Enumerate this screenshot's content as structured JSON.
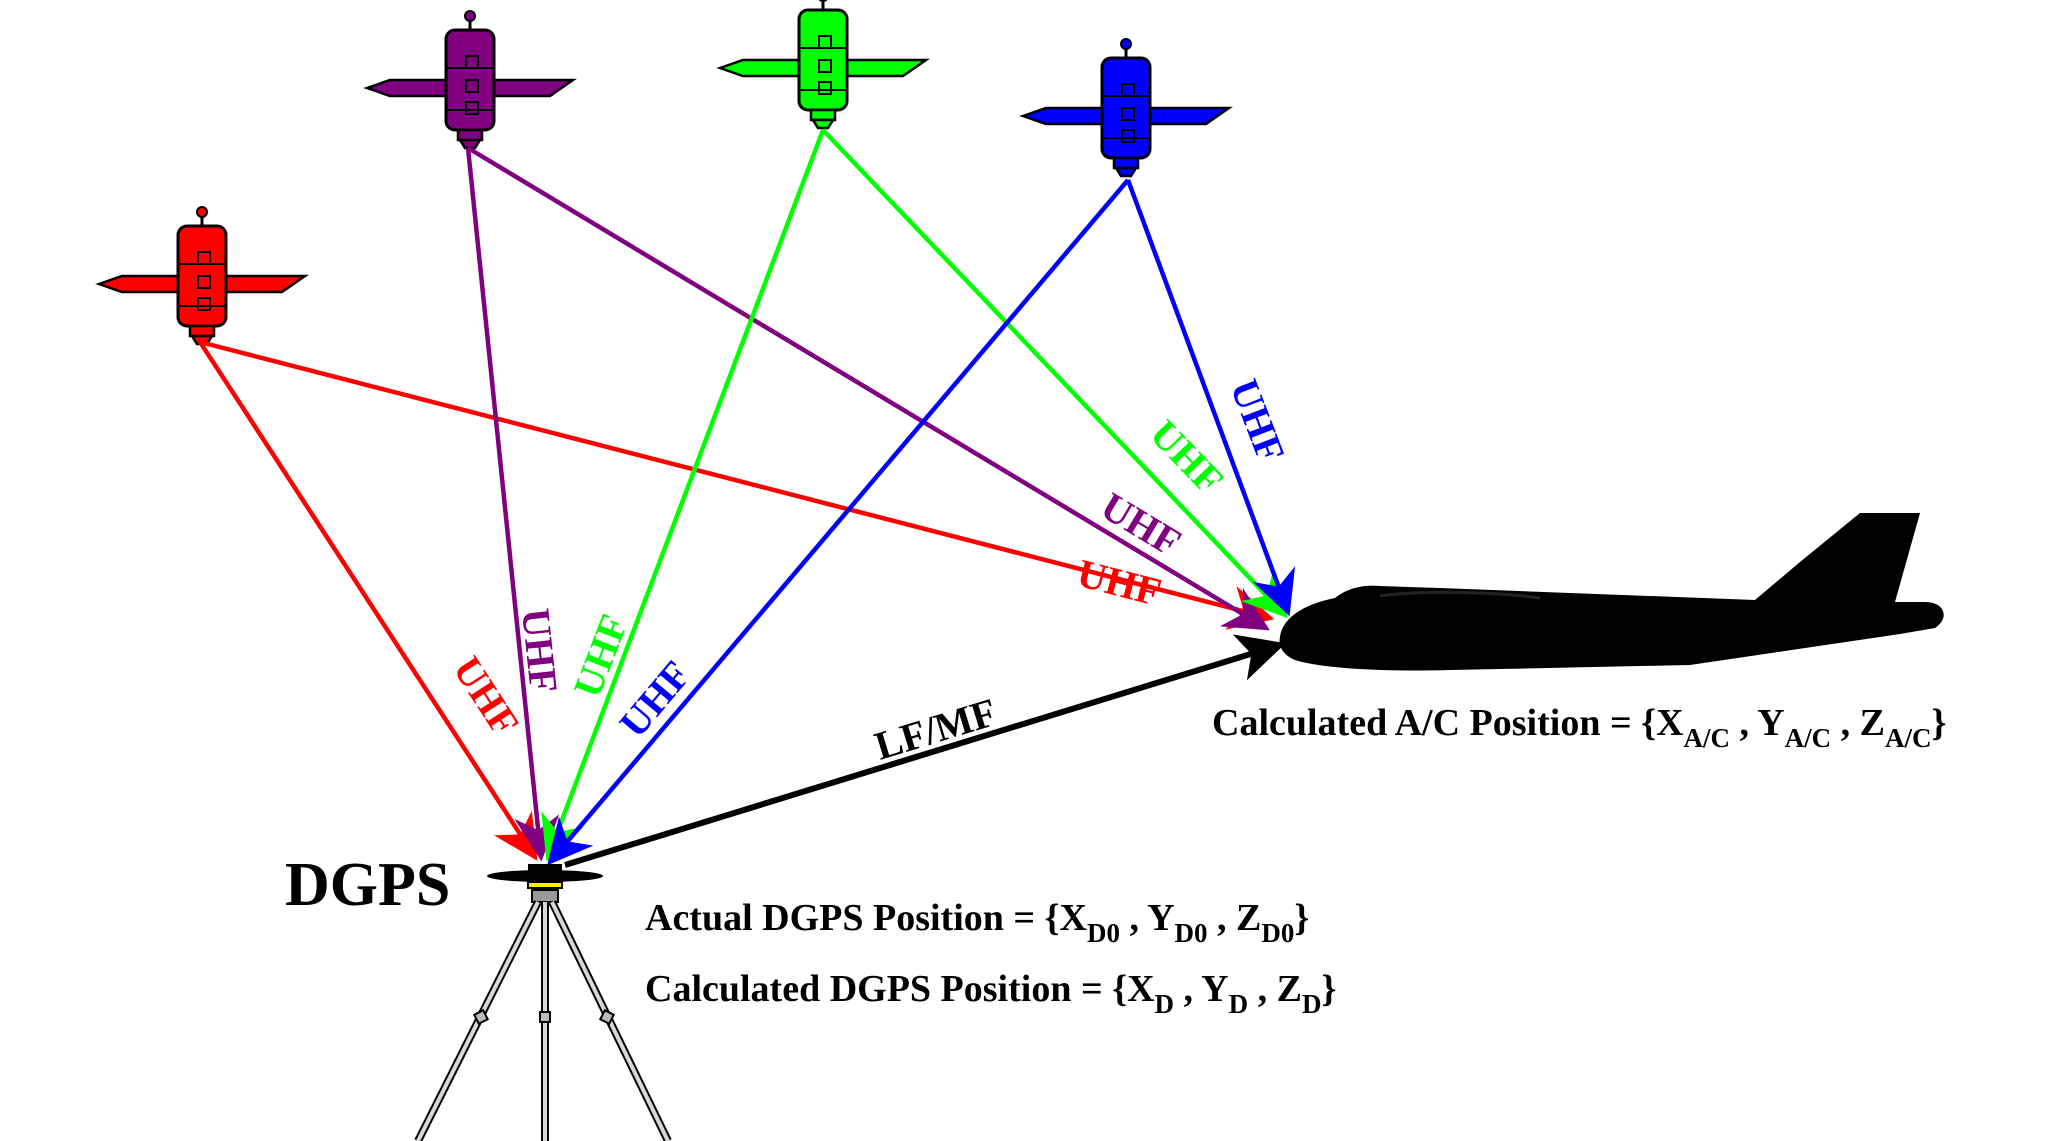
{
  "colors": {
    "red": "#ff0000",
    "purple": "#800080",
    "green": "#00ff00",
    "blue": "#0000ff",
    "black": "#000000"
  },
  "satellites": [
    {
      "name": "satellite-red",
      "color": "#ff0000"
    },
    {
      "name": "satellite-purple",
      "color": "#800080"
    },
    {
      "name": "satellite-green",
      "color": "#00ff00"
    },
    {
      "name": "satellite-blue",
      "color": "#0000ff"
    }
  ],
  "link_labels": {
    "uhf": "UHF",
    "lfmf": "LF/MF"
  },
  "station": {
    "label": "DGPS"
  },
  "aircraft_position": {
    "prefix": "Calculated A/C Position = {",
    "x": "X",
    "y": "Y",
    "z": "Z",
    "sub": "A/C",
    "sep": " , ",
    "close": "}"
  },
  "actual_dgps_position": {
    "prefix": "Actual DGPS Position = {",
    "x": "X",
    "y": "Y",
    "z": "Z",
    "sub": "D0",
    "sep": " , ",
    "close": "}"
  },
  "calculated_dgps_position": {
    "prefix": "Calculated DGPS Position = {",
    "x": "X",
    "y": "Y",
    "z": "Z",
    "sub": "D",
    "sep": " , ",
    "close": "}"
  }
}
